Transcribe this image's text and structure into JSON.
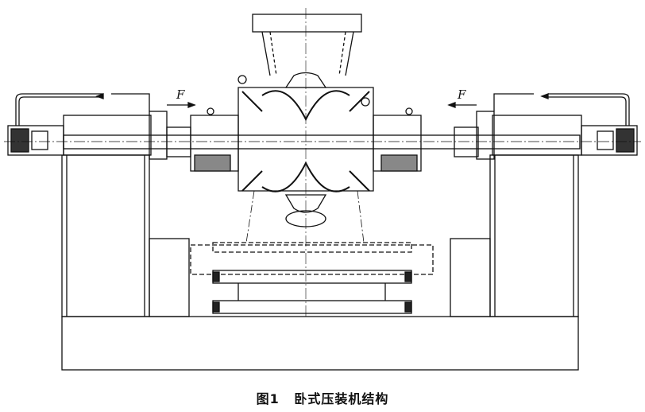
{
  "figure": {
    "number": "图1",
    "title": "卧式压装机结构"
  },
  "labels": {
    "force_left": "F",
    "force_right": "F"
  }
}
